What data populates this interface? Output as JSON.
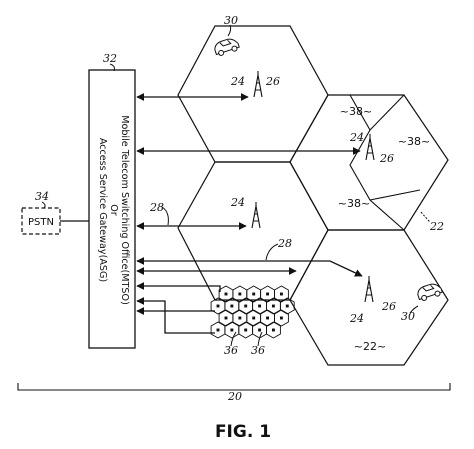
{
  "figure": {
    "caption": "FIG. 1",
    "system_ref": "20"
  },
  "switching_office": {
    "ref": "32",
    "line1": "Mobile Telecom Switching Office(MTSO)",
    "line2": "Or",
    "line3": "Access Service Gateway(ASG)"
  },
  "pstn": {
    "label": "PSTN",
    "ref": "34"
  },
  "refs": {
    "mobile_top": "30",
    "mobile_right": "30",
    "base_station": "24",
    "antenna": "26",
    "link": "28",
    "cell_region": "22",
    "cell": "38",
    "microcell": "36"
  },
  "cell_labels": [
    "~38~",
    "~38~",
    "~38~",
    "~22~"
  ],
  "micro_labels": [
    "36",
    "36"
  ],
  "colors": {
    "ink": "#111111",
    "background": "#ffffff"
  }
}
